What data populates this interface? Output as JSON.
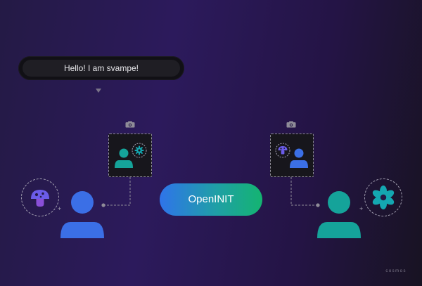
{
  "speech_bubble": {
    "text": "Hello! I am svampe!"
  },
  "connect_button": {
    "label": "OpenINIT"
  },
  "brand": {
    "wordmark": "cosmos"
  },
  "glyphs": {
    "plus": "+"
  },
  "colors": {
    "blue_user": "#3b6fe6",
    "teal_user": "#15a39a",
    "mushroom": "#6b5ce8",
    "flower": "#14a7b1",
    "button_start": "#2f74ea",
    "button_end": "#14b471"
  },
  "icons": [
    "camera-icon",
    "user-icon",
    "mushroom-icon",
    "flower-icon",
    "gear-icon"
  ]
}
